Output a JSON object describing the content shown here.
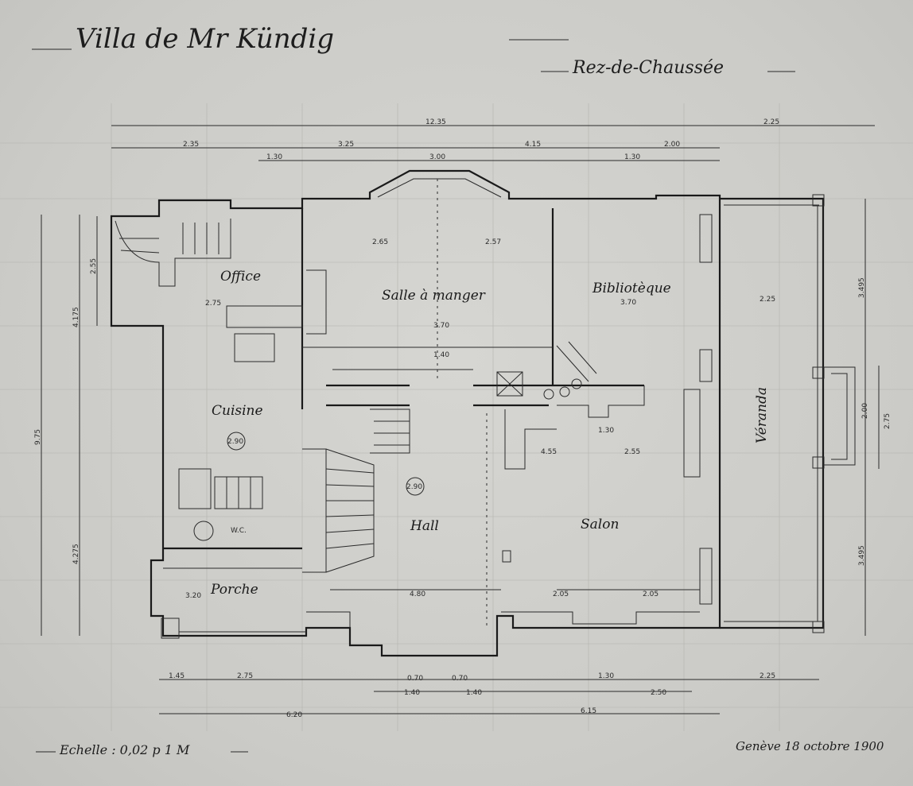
{
  "title": "Villa de Mr Kündig",
  "subtitle": "Rez-de-Chaussée",
  "scale": "Echelle : 0,02 p 1 M",
  "signature": "Genève 18 octobre 1900",
  "rooms": {
    "office": "Office",
    "salle": "Salle à manger",
    "bibliotheque": "Bibliotèque",
    "cuisine": "Cuisine",
    "hall": "Hall",
    "salon": "Salon",
    "veranda": "Véranda",
    "porche": "Porche",
    "wc": "W.C."
  },
  "height_marks": {
    "cuisine": "2.90",
    "hall": "2.90"
  },
  "dims_top": {
    "total": "12.35",
    "right": "2.25",
    "d1": "2.35",
    "d2": "3.25",
    "d3": "4.15",
    "d4": "2.00",
    "d5": "1.30",
    "d6": "3.00",
    "d7": "1.30"
  },
  "dims_bottom": {
    "d1": "1.45",
    "d2": "2.75",
    "d3": "1.30",
    "d4": "2.25",
    "d5": "0.70",
    "d6": "0.70",
    "d7": "1.40",
    "d8": "1.40",
    "d9": "2.50",
    "d10": "6.20",
    "d11": "6.15"
  },
  "dims_inner": {
    "salle_w": "2.65",
    "salle_w2": "2.57",
    "biblio_w": "3.70",
    "salle_h": "3.70",
    "office_w": "2.75",
    "hall_w": "4.80",
    "salon_w1": "2.05",
    "salon_w2": "2.05",
    "porche_w": "3.20",
    "veranda_w": "2.25",
    "salon_a": "4.55",
    "salon_b": "2.55",
    "salon_c": "1.30",
    "step": "1.40"
  },
  "dims_left": {
    "a": "4.175",
    "b": "4.275",
    "c": "9.75",
    "d": "2.55"
  },
  "dims_right": {
    "a": "3.495",
    "b": "3.495",
    "c": "2.75",
    "d": "2.00"
  }
}
